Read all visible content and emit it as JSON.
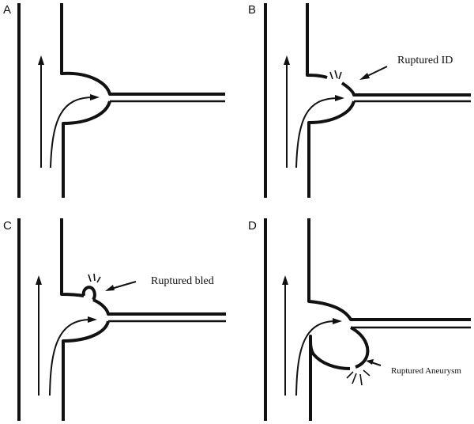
{
  "panels": [
    {
      "letter": "A",
      "callout": ""
    },
    {
      "letter": "B",
      "callout": "Ruptured ID"
    },
    {
      "letter": "C",
      "callout": "Ruptured bled"
    },
    {
      "letter": "D",
      "callout": "Ruptured Aneurysm"
    }
  ]
}
